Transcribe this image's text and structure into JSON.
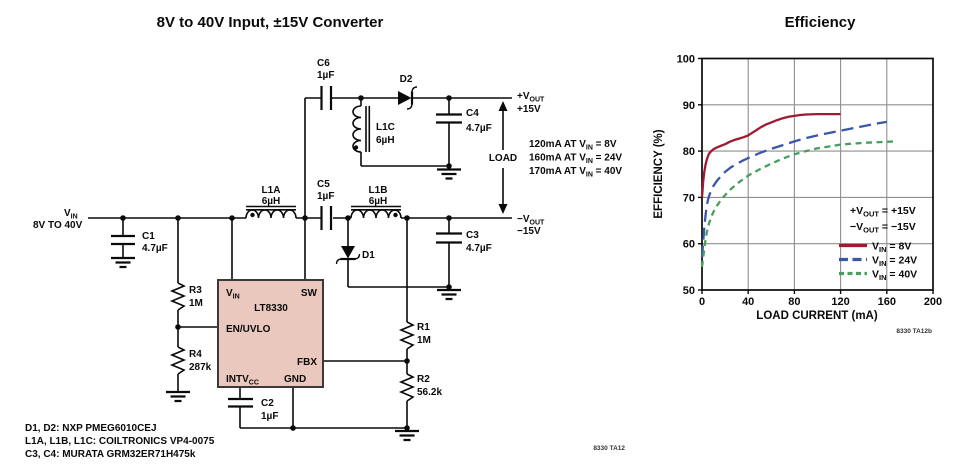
{
  "schematic": {
    "title": "8V to 40V Input, ±15V Converter",
    "fig_id": "8330 TA12",
    "input": {
      "pre": "V",
      "sub": "IN",
      "range": "8V TO 40V"
    },
    "components": {
      "c1": {
        "ref": "C1",
        "val": "4.7µF"
      },
      "c2": {
        "ref": "C2",
        "val": "1µF"
      },
      "c3": {
        "ref": "C3",
        "val": "4.7µF"
      },
      "c4": {
        "ref": "C4",
        "val": "4.7µF"
      },
      "c5": {
        "ref": "C5",
        "val": "1µF"
      },
      "c6": {
        "ref": "C6",
        "val": "1µF"
      },
      "r1": {
        "ref": "R1",
        "val": "1M"
      },
      "r2": {
        "ref": "R2",
        "val": "56.2k"
      },
      "r3": {
        "ref": "R3",
        "val": "1M"
      },
      "r4": {
        "ref": "R4",
        "val": "287k"
      },
      "l1a": {
        "ref": "L1A",
        "val": "6µH"
      },
      "l1b": {
        "ref": "L1B",
        "val": "6µH"
      },
      "l1c": {
        "ref": "L1C",
        "val": "6µH"
      },
      "d1": {
        "ref": "D1"
      },
      "d2": {
        "ref": "D2"
      }
    },
    "ic": {
      "part": "LT8330",
      "pin_vin_pre": "V",
      "pin_vin_sub": "IN",
      "pin_sw": "SW",
      "pin_en": "EN/UVLO",
      "pin_fbx": "FBX",
      "pin_intv_pre": "INTV",
      "pin_intv_sub": "CC",
      "pin_gnd": "GND"
    },
    "outputs": {
      "pos_pre": "+V",
      "pos_sub": "OUT",
      "pos_volt": "+15V",
      "neg_pre": "−V",
      "neg_sub": "OUT",
      "neg_volt": "−15V"
    },
    "load": {
      "label": "LOAD",
      "lines": [
        {
          "pre": "120mA AT V",
          "sub": "IN",
          "post": " = 8V"
        },
        {
          "pre": "160mA AT V",
          "sub": "IN",
          "post": " = 24V"
        },
        {
          "pre": "170mA AT V",
          "sub": "IN",
          "post": " = 40V"
        }
      ]
    },
    "notes": [
      "D1, D2: NXP PMEG6010CEJ",
      "L1A, L1B, L1C: COILTRONICS VP4-0075",
      "C3, C4: MURATA GRM32ER71H475k"
    ]
  },
  "chart_data": {
    "type": "line",
    "title": "Efficiency",
    "xlabel": "LOAD CURRENT (mA)",
    "ylabel": "EFFICIENCY (%)",
    "xlim": [
      0,
      200
    ],
    "ylim": [
      50,
      100
    ],
    "x_ticks": [
      0,
      40,
      80,
      120,
      160,
      200
    ],
    "y_ticks": [
      50,
      60,
      70,
      80,
      90,
      100
    ],
    "grid": true,
    "legend_position": "inside lower right",
    "fig_id": "8330 TA12b",
    "conditions": [
      {
        "pre": "+V",
        "sub": "OUT",
        "post": " = +15V"
      },
      {
        "pre": "−V",
        "sub": "OUT",
        "post": " = −15V"
      }
    ],
    "series": [
      {
        "name": "VIN = 8V",
        "label_pre": "V",
        "label_sub": "IN",
        "label_post": " = 8V",
        "color": "#9e1b32",
        "style": "solid",
        "points": [
          [
            0,
            70
          ],
          [
            1,
            73.5
          ],
          [
            2,
            75.5
          ],
          [
            3,
            77
          ],
          [
            4,
            78
          ],
          [
            5,
            78.8
          ],
          [
            6,
            79.4
          ],
          [
            8,
            80
          ],
          [
            10,
            80.4
          ],
          [
            13,
            80.8
          ],
          [
            16,
            81.1
          ],
          [
            20,
            81.5
          ],
          [
            24,
            82
          ],
          [
            28,
            82.4
          ],
          [
            32,
            82.7
          ],
          [
            36,
            83
          ],
          [
            40,
            83.4
          ],
          [
            45,
            84.2
          ],
          [
            50,
            85
          ],
          [
            55,
            85.7
          ],
          [
            60,
            86.2
          ],
          [
            65,
            86.7
          ],
          [
            70,
            87.1
          ],
          [
            75,
            87.4
          ],
          [
            80,
            87.6
          ],
          [
            85,
            87.8
          ],
          [
            90,
            87.9
          ],
          [
            100,
            88
          ],
          [
            110,
            88
          ],
          [
            120,
            88
          ]
        ]
      },
      {
        "name": "VIN = 24V",
        "label_pre": "V",
        "label_sub": "IN",
        "label_post": " = 24V",
        "color": "#3b57a8",
        "style": "long-dash",
        "points": [
          [
            0,
            57
          ],
          [
            1,
            60.5
          ],
          [
            2,
            63.5
          ],
          [
            3,
            66
          ],
          [
            4,
            68
          ],
          [
            5,
            69.3
          ],
          [
            6,
            70.2
          ],
          [
            8,
            71.5
          ],
          [
            10,
            72.5
          ],
          [
            13,
            73.6
          ],
          [
            16,
            74.5
          ],
          [
            20,
            75.5
          ],
          [
            25,
            76.5
          ],
          [
            30,
            77.2
          ],
          [
            35,
            77.9
          ],
          [
            40,
            78.5
          ],
          [
            50,
            79.6
          ],
          [
            60,
            80.5
          ],
          [
            70,
            81.3
          ],
          [
            80,
            82.1
          ],
          [
            90,
            82.8
          ],
          [
            100,
            83.4
          ],
          [
            110,
            83.9
          ],
          [
            120,
            84.4
          ],
          [
            130,
            84.9
          ],
          [
            140,
            85.4
          ],
          [
            150,
            85.9
          ],
          [
            160,
            86.3
          ]
        ]
      },
      {
        "name": "VIN = 40V",
        "label_pre": "V",
        "label_sub": "IN",
        "label_post": " = 40V",
        "color": "#45a05e",
        "style": "short-dash",
        "points": [
          [
            0,
            55
          ],
          [
            1,
            57
          ],
          [
            2,
            59
          ],
          [
            3,
            60.8
          ],
          [
            4,
            62.2
          ],
          [
            5,
            63.4
          ],
          [
            6,
            64.3
          ],
          [
            8,
            65.8
          ],
          [
            10,
            66.9
          ],
          [
            13,
            68.2
          ],
          [
            16,
            69.3
          ],
          [
            20,
            70.5
          ],
          [
            25,
            71.8
          ],
          [
            30,
            72.9
          ],
          [
            35,
            73.8
          ],
          [
            40,
            74.7
          ],
          [
            50,
            76.1
          ],
          [
            60,
            77.3
          ],
          [
            70,
            78.4
          ],
          [
            80,
            79.3
          ],
          [
            90,
            80
          ],
          [
            100,
            80.6
          ],
          [
            110,
            81
          ],
          [
            120,
            81.4
          ],
          [
            130,
            81.6
          ],
          [
            140,
            81.8
          ],
          [
            150,
            81.9
          ],
          [
            160,
            82
          ],
          [
            168,
            82.1
          ]
        ]
      }
    ]
  }
}
